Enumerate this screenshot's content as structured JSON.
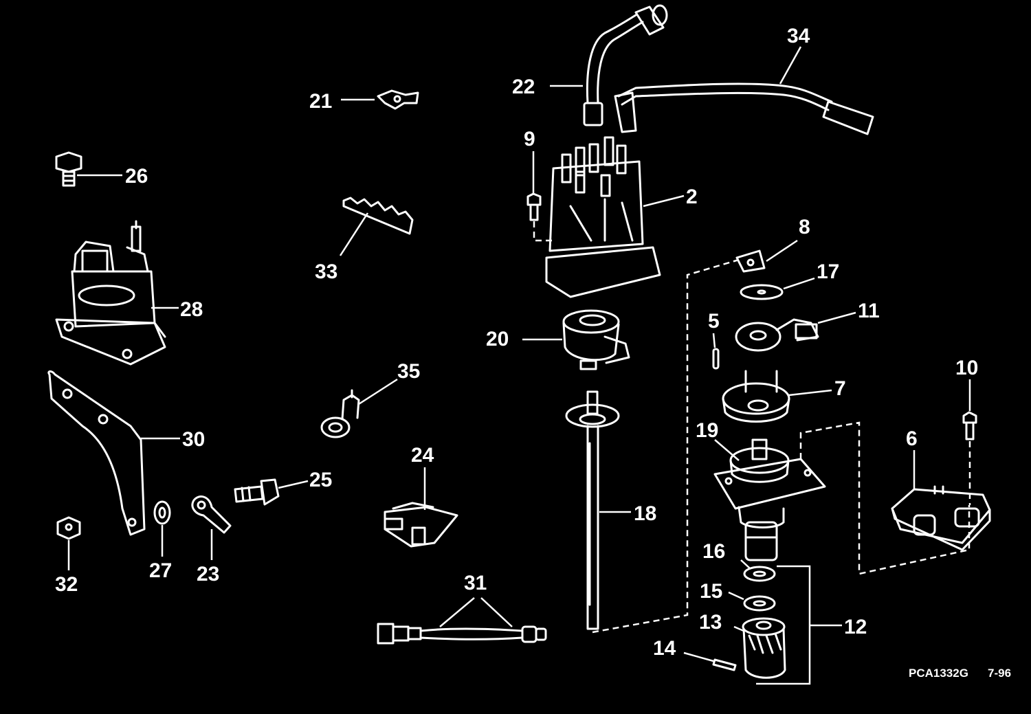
{
  "labels": {
    "2": "2",
    "5": "5",
    "6": "6",
    "7": "7",
    "8": "8",
    "9": "9",
    "10": "10",
    "11": "11",
    "12": "12",
    "13": "13",
    "14": "14",
    "15": "15",
    "16": "16",
    "17": "17",
    "18": "18",
    "19": "19",
    "20": "20",
    "21": "21",
    "22": "22",
    "23": "23",
    "24": "24",
    "25": "25",
    "26": "26",
    "27": "27",
    "28": "28",
    "30": "30",
    "31": "31",
    "32": "32",
    "33": "33",
    "34": "34",
    "35": "35"
  },
  "footer": {
    "code": "PCA1332G",
    "date": "7-96"
  },
  "colors": {
    "background": "#000000",
    "line": "#ffffff"
  }
}
